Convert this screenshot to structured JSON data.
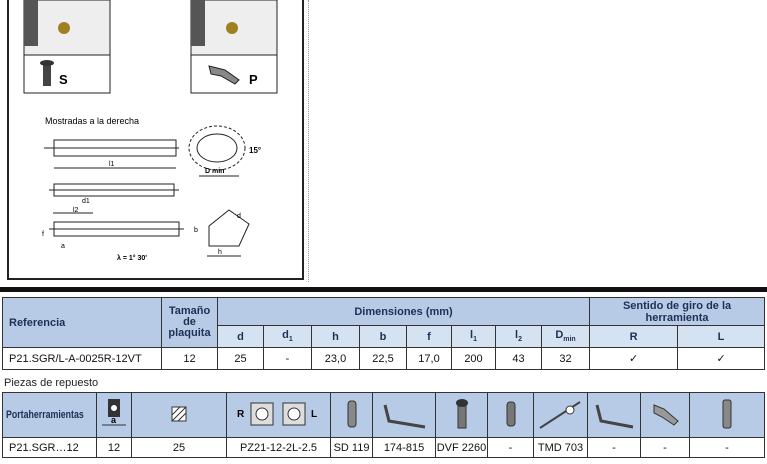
{
  "figure": {
    "icon_s_label": "S",
    "icon_p_label": "P",
    "caption": "Mostradas a la derecha",
    "angle": "15°",
    "lambda": "λ = 1° 30'",
    "dmin": "D min",
    "l1": "l1",
    "l2": "l2",
    "d1": "d1",
    "a": "a",
    "b": "b",
    "d": "d",
    "f": "f",
    "h": "h"
  },
  "table1": {
    "headers": {
      "referencia": "Referencia",
      "tamano": "Tamaño de plaquita",
      "dimensiones": "Dimensiones (mm)",
      "sentido": "Sentido de giro de la herramienta"
    },
    "sub": {
      "d": "d",
      "d1": "d",
      "d1_sub": "1",
      "h": "h",
      "b": "b",
      "f": "f",
      "l1": "l",
      "l1_sub": "1",
      "l2": "l",
      "l2_sub": "2",
      "dmin": "D",
      "dmin_sub": "min",
      "r": "R",
      "l": "L"
    },
    "row": [
      "P21.SGR/L-A-0025R-12VT",
      "12",
      "25",
      "-",
      "23,0",
      "22,5",
      "17,0",
      "200",
      "43",
      "32",
      "✓",
      "✓"
    ]
  },
  "spares": {
    "title": "Piezas de repuesto",
    "header": "Portaherramientas",
    "icon_a": "a",
    "icon_r": "R",
    "icon_l": "L",
    "row": [
      "P21.SGR…12",
      "12",
      "25",
      "PZ21-12-2L-2.5",
      "SD 119",
      "174-815",
      "DVF 2260",
      "-",
      "TMD 703",
      "-",
      "-",
      "-"
    ]
  }
}
